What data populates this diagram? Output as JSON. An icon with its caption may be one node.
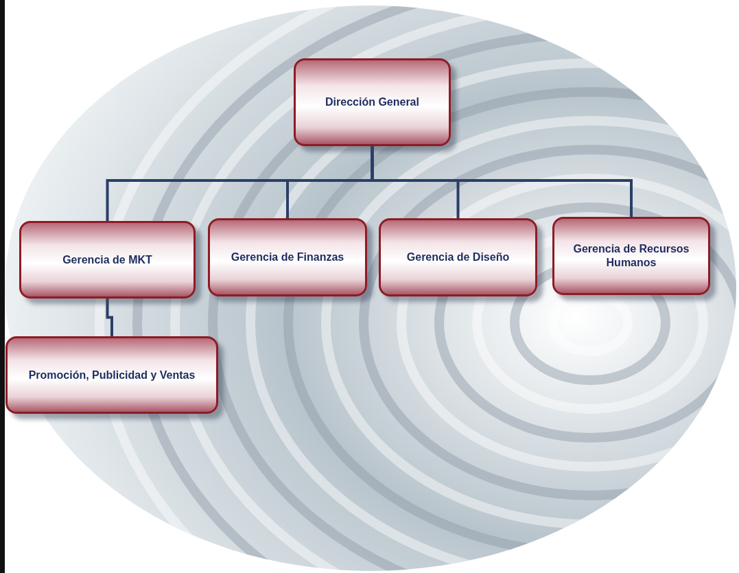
{
  "diagram": {
    "nodes": [
      {
        "text": [
          "Dirección General"
        ]
      },
      {
        "text": [
          "Gerencia de MKT"
        ]
      },
      {
        "text": [
          "Gerencia de Finanzas"
        ]
      },
      {
        "text": [
          "Gerencia de Diseño"
        ]
      },
      {
        "text": [
          "Gerencia de Recursos Humanos"
        ]
      },
      {
        "text": [
          "Promoción, Publicidad y Ventas"
        ]
      }
    ],
    "edges": [
      {
        "from": 0,
        "to": 1,
        "arrow": "none"
      },
      {
        "from": 0,
        "to": 2,
        "arrow": "none"
      },
      {
        "from": 0,
        "to": 3,
        "arrow": "none"
      },
      {
        "from": 0,
        "to": 4,
        "arrow": "none"
      },
      {
        "from": 1,
        "to": 5,
        "arrow": "none"
      }
    ]
  }
}
